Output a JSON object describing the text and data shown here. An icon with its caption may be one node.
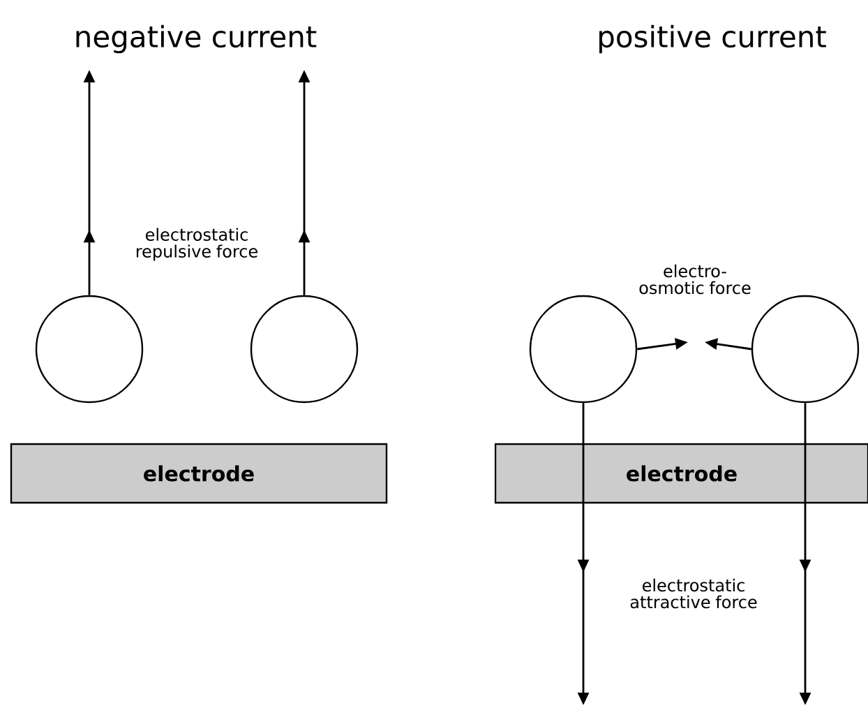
{
  "diagram": {
    "nodes": [
      {
        "text": [],
        "shape": "circle"
      },
      {
        "text": [],
        "shape": "circle"
      },
      {
        "text": [],
        "shape": "circle"
      },
      {
        "text": [],
        "shape": "circle"
      },
      {
        "text": [
          "electrode"
        ]
      },
      {
        "text": [
          "electrode"
        ]
      }
    ],
    "edges": [
      {
        "from": 0,
        "to": null,
        "arrow": "to"
      },
      {
        "from": 1,
        "to": null,
        "arrow": "to"
      },
      {
        "from": 2,
        "to": null,
        "arrow": "to"
      },
      {
        "from": 3,
        "to": null,
        "arrow": "to"
      },
      {
        "from": 2,
        "to": null,
        "arrow": "to"
      },
      {
        "from": 3,
        "to": null,
        "arrow": "to"
      }
    ],
    "labels": [
      "negative current",
      "positive current",
      "electrostatic repulsive force",
      "electro-osmotic force",
      "electrostatic attractive force"
    ]
  }
}
